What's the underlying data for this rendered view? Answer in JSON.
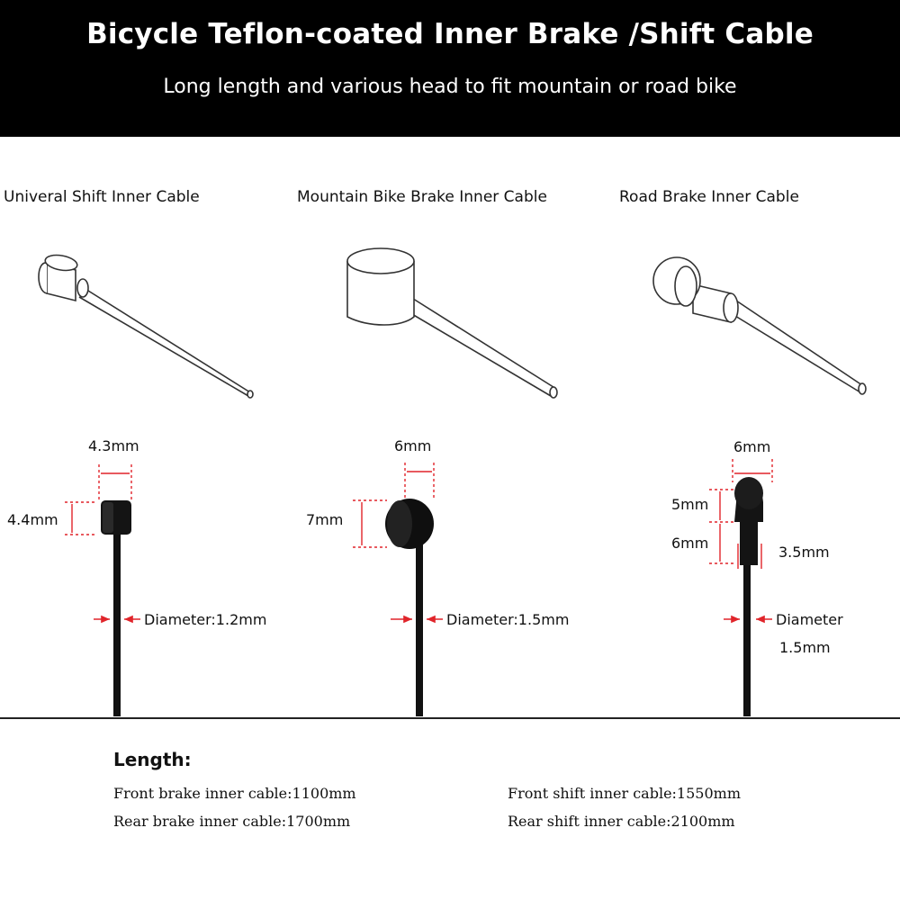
{
  "header": {
    "title": "Bicycle Teflon-coated Inner Brake /Shift Cable",
    "subtitle": "Long length and various head to fit mountain or road bike"
  },
  "products": [
    {
      "label": "Univeral Shift Inner Cable",
      "head_width": "4.3mm",
      "head_height": "4.4mm",
      "diameter": "Diameter:1.2mm"
    },
    {
      "label": "Mountain Bike Brake Inner Cable",
      "head_width": "6mm",
      "head_height": "7mm",
      "diameter": "Diameter:1.5mm"
    },
    {
      "label": "Road Brake Inner Cable",
      "head_width": "6mm",
      "head_top_height": "5mm",
      "head_bottom_height": "6mm",
      "neck_width": "3.5mm",
      "diameter_line1": "Diameter",
      "diameter_line2": "1.5mm"
    }
  ],
  "length": {
    "heading": "Length:",
    "front_brake": "Front brake inner cable:1100mm",
    "rear_brake": "Rear brake inner cable:1700mm",
    "front_shift": "Front shift inner cable:1550mm",
    "rear_shift": "Rear shift inner cable:2100mm"
  },
  "colors": {
    "header_bg": "#000000",
    "dimension_red": "#e0242a"
  }
}
